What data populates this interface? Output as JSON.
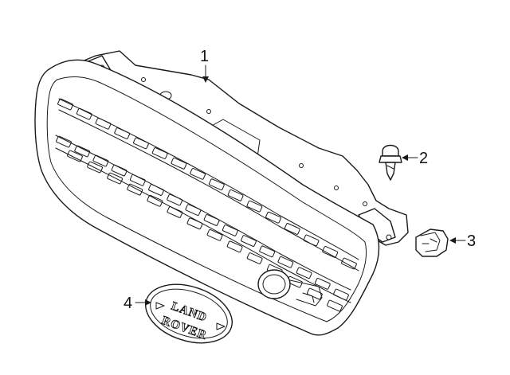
{
  "callouts": [
    {
      "id": "1",
      "label": "1"
    },
    {
      "id": "2",
      "label": "2"
    },
    {
      "id": "3",
      "label": "3"
    },
    {
      "id": "4",
      "label": "4"
    }
  ],
  "badge": {
    "line1": "LAND",
    "line2": "ROVER"
  },
  "colors": {
    "line": "#1a1a1a",
    "background": "#ffffff"
  }
}
